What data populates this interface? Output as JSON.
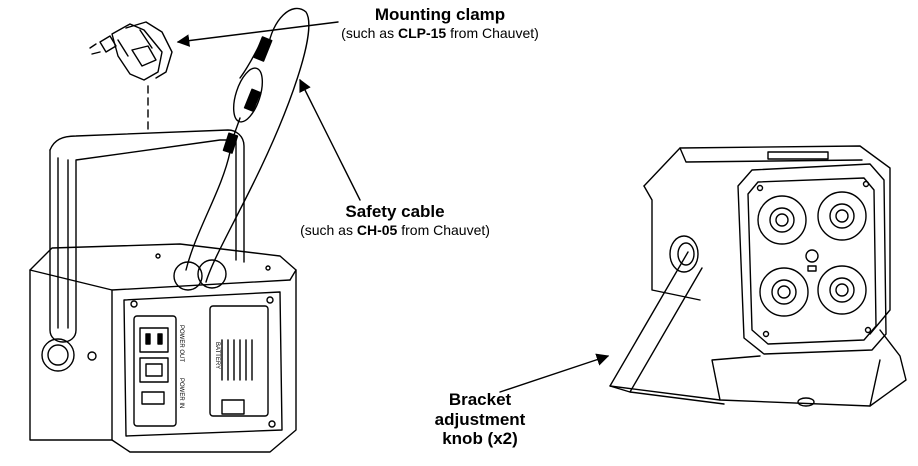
{
  "labels": {
    "clamp_title": "Mounting clamp",
    "clamp_sub_prefix": "(such as ",
    "clamp_sub_model": "CLP-15",
    "clamp_sub_suffix": " from Chauvet)",
    "cable_title": "Safety cable",
    "cable_sub_prefix": "(such as ",
    "cable_sub_model": "CH-05",
    "cable_sub_suffix": " from Chauvet)",
    "knob_line1": "Bracket",
    "knob_line2": "adjustment",
    "knob_line3": "knob (x2)"
  },
  "device_panel_text": {
    "power_out": "POWER OUT",
    "power_in": "POWER IN",
    "battery": "BATTERY"
  },
  "colors": {
    "line": "#000000",
    "background": "#ffffff"
  }
}
